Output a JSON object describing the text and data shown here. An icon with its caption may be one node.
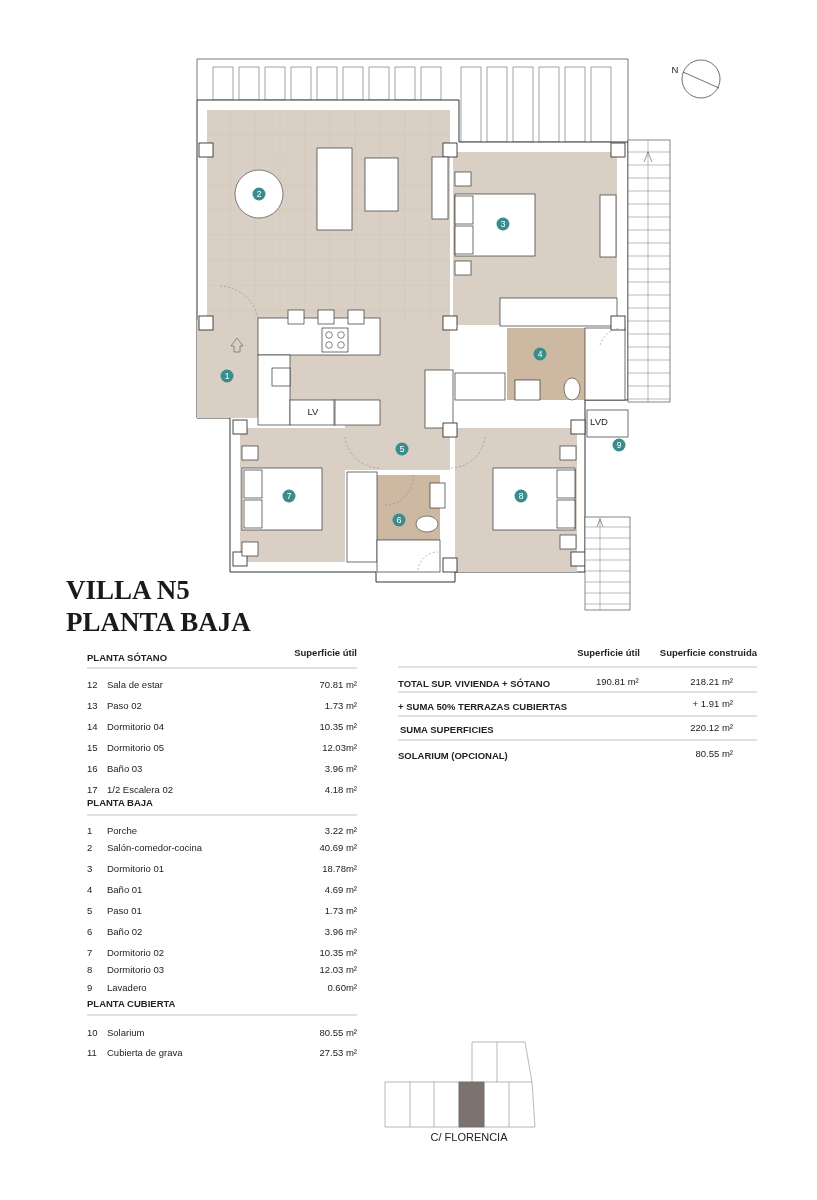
{
  "diagram": {
    "title": "VILLA N5 PLANTA BAJA",
    "nodes": [
      {
        "text": [
          "1"
        ]
      },
      {
        "text": [
          "2"
        ]
      },
      {
        "text": [
          "3"
        ]
      },
      {
        "text": [
          "4"
        ]
      },
      {
        "text": [
          "5"
        ]
      },
      {
        "text": [
          "6"
        ]
      },
      {
        "text": [
          "7"
        ]
      },
      {
        "text": [
          "8"
        ]
      },
      {
        "text": [
          "9"
        ]
      }
    ],
    "edges": [],
    "labels": [
      "N",
      "LV",
      "LVD",
      "PLANTA SÓTANO",
      "Superficie útil",
      "12",
      "Sala de estar",
      "70.81 m²",
      "13",
      "Paso 02",
      "1.73 m²",
      "14",
      "Dormitorio 04",
      "10.35 m²",
      "15",
      "Dormitorio 05",
      "12.03m²",
      "16",
      "Baño 03",
      "3.96 m²",
      "17",
      "1/2 Escalera 02",
      "4.18 m²",
      "PLANTA BAJA",
      "1",
      "Porche",
      "3.22 m²",
      "2",
      "Salón-comedor-cocina",
      "40.69 m²",
      "3",
      "Dormitorio 01",
      "18.78m²",
      "4",
      "Baño 01",
      "4.69 m²",
      "5",
      "Paso 01",
      "1.73 m²",
      "6",
      "Baño 02",
      "3.96 m²",
      "7",
      "Dormitorio 02",
      "10.35 m²",
      "8",
      "Dormitorio 03",
      "12.03 m²",
      "9",
      "Lavadero",
      "0.60m²",
      "PLANTA CUBIERTA",
      "10",
      "Solarium",
      "80.55 m²",
      "11",
      "Cubierta de grava",
      "27.53 m²",
      "Superficie útil",
      "Superficie construida",
      "TOTAL SUP. VIVIENDA + SÓTANO",
      "190.81 m²",
      "218.21 m²",
      "+ SUMA 50% TERRAZAS CUBIERTAS",
      "+ 1.91 m²",
      "SUMA SUPERFICIES",
      "220.12 m²",
      "SOLARIUM (OPCIONAL)",
      "80.55 m²",
      "C/ FLORENCIA"
    ]
  }
}
